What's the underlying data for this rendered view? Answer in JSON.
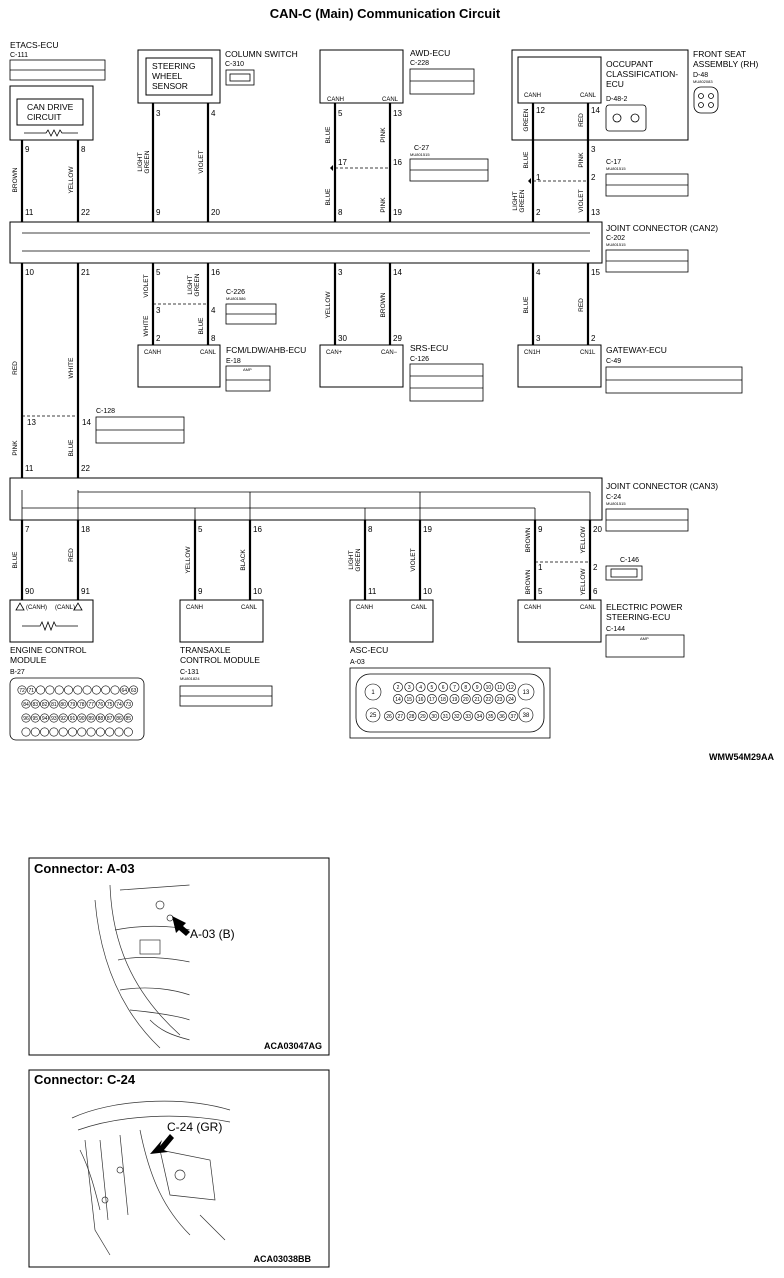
{
  "title": "CAN-C (Main) Communication Circuit",
  "diagram_code": "WMW54M29AA",
  "components": {
    "etacs": {
      "name": "ETACS-ECU",
      "connector": "C-111"
    },
    "can_drive": {
      "name_line1": "CAN DRIVE",
      "name_line2": "CIRCUIT"
    },
    "steering": {
      "line1": "STEERING",
      "line2": "WHEEL",
      "line3": "SENSOR"
    },
    "column_switch": {
      "name": "COLUMN SWITCH",
      "connector": "C-310"
    },
    "awd": {
      "name": "AWD-ECU",
      "connector": "C-228",
      "canh": "CANH",
      "canl": "CANL"
    },
    "occupant": {
      "line1": "OCCUPANT",
      "line2": "CLASSIFICATION-",
      "line3": "ECU",
      "connector": "D-48-2",
      "canh": "CANH",
      "canl": "CANL"
    },
    "front_seat": {
      "line1": "FRONT SEAT",
      "line2": "ASSEMBLY (RH)",
      "connector": "D-48",
      "part": "MU802083"
    },
    "c27": {
      "connector": "C-27",
      "part": "MU801515"
    },
    "c17": {
      "connector": "C-17",
      "part": "MU801515"
    },
    "jc2": {
      "name": "JOINT CONNECTOR (CAN2)",
      "connector": "C-202",
      "part": "MU801515"
    },
    "c226": {
      "connector": "C-226",
      "part": "MU801586"
    },
    "fcm": {
      "name": "FCM/LDW/AHB-ECU",
      "connector": "E-18",
      "canh": "CANH",
      "canl": "CANL",
      "amp": "AMP"
    },
    "srs": {
      "name": "SRS-ECU",
      "connector": "C-126",
      "canp": "CAN+",
      "canm": "CAN−"
    },
    "gateway": {
      "name": "GATEWAY-ECU",
      "connector": "C-49",
      "cn1h": "CN1H",
      "cn1l": "CN1L"
    },
    "c128": {
      "connector": "C-128"
    },
    "jc3": {
      "name": "JOINT CONNECTOR (CAN3)",
      "connector": "C-24",
      "part": "MU801515"
    },
    "c146": {
      "connector": "C-146"
    },
    "ecm": {
      "line1": "ENGINE CONTROL",
      "line2": "MODULE",
      "connector": "B-27",
      "canh": "(CANH)",
      "canl": "(CANL)"
    },
    "tcm": {
      "line1": "TRANSAXLE",
      "line2": "CONTROL MODULE",
      "connector": "C-131",
      "part": "MU801824",
      "canh": "CANH",
      "canl": "CANL"
    },
    "asc": {
      "name": "ASC-ECU",
      "connector": "A-03",
      "canh": "CANH",
      "canl": "CANL"
    },
    "eps": {
      "line1": "ELECTRIC POWER",
      "line2": "STEERING-ECU",
      "connector": "C-144",
      "canh": "CANH",
      "canl": "CANL",
      "amp": "AMP"
    }
  },
  "pins": {
    "etacs_h": "9",
    "etacs_l": "8",
    "steer_h": "3",
    "steer_l": "4",
    "awd_h": "5",
    "awd_l": "13",
    "c27_h": "17",
    "c27_l": "16",
    "occ_h": "12",
    "occ_l": "14",
    "c17_h": "1",
    "c17_l": "3",
    "c17_l2": "2",
    "jc2_top": [
      "11",
      "22",
      "9",
      "20",
      "8",
      "19",
      "2",
      "13"
    ],
    "jc2_bot": [
      "10",
      "21",
      "5",
      "16",
      "3",
      "14",
      "4",
      "15"
    ],
    "fcm_c226_h": "3",
    "fcm_c226_l": "4",
    "fcm_h": "2",
    "fcm_l": "8",
    "srs_h": "30",
    "srs_l": "29",
    "gw_h": "3",
    "gw_l": "2",
    "c128_h": "13",
    "c128_l": "14",
    "jc3_top": [
      "11",
      "22"
    ],
    "jc3_bot": [
      "7",
      "18",
      "5",
      "16",
      "8",
      "19",
      "9",
      "20"
    ],
    "ecm_h": "90",
    "ecm_l": "91",
    "tcm_h": "9",
    "tcm_l": "10",
    "asc_h": "11",
    "asc_l": "10",
    "c146_h": "1",
    "c146_l": "2",
    "eps_h": "5",
    "eps_l": "6"
  },
  "wires": {
    "etacs_h": "BROWN",
    "etacs_l": "YELLOW",
    "steer_h": "LIGHT GREEN",
    "steer_l": "VIOLET",
    "awd_h1": "BLUE",
    "awd_l1": "PINK",
    "awd_h2": "BLUE",
    "awd_l2": "PINK",
    "occ_h1": "GREEN",
    "occ_l1": "RED",
    "occ_h2": "BLUE",
    "occ_l2": "PINK",
    "occ_h3": "LIGHT GREEN",
    "occ_l3": "VIOLET",
    "fcm_h1": "VIOLET",
    "fcm_l1": "LIGHT GREEN",
    "fcm_h2": "WHITE",
    "fcm_l2": "BLUE",
    "srs_h": "YELLOW",
    "srs_l": "BROWN",
    "gw_h": "BLUE",
    "gw_l": "RED",
    "trunk_h1": "RED",
    "trunk_l1": "WHITE",
    "trunk_h2": "PINK",
    "trunk_l2": "BLUE",
    "ecm_h": "BLUE",
    "ecm_l": "RED",
    "tcm_h": "YELLOW",
    "tcm_l": "BLACK",
    "asc_h": "LIGHT GREEN",
    "asc_l": "VIOLET",
    "eps_h1": "BROWN",
    "eps_l1": "YELLOW",
    "eps_h2": "BROWN",
    "eps_l2": "YELLOW"
  },
  "asc_connector_pins": {
    "left_big": "1",
    "right_big": "13",
    "bottom_left": "25",
    "bottom_right": "38",
    "row1": [
      "2",
      "3",
      "4",
      "5",
      "6",
      "7",
      "8",
      "9",
      "10",
      "11",
      "12"
    ],
    "row2": [
      "14",
      "15",
      "16",
      "17",
      "18",
      "19",
      "20",
      "21",
      "22",
      "23",
      "24"
    ],
    "row3": [
      "26",
      "27",
      "28",
      "29",
      "30",
      "31",
      "32",
      "33",
      "34",
      "35",
      "36",
      "37"
    ]
  },
  "ecm_connector_pins": {
    "row1": [
      "72",
      "71",
      "",
      "",
      "",
      "",
      "",
      "",
      "",
      "",
      "",
      "64",
      "63"
    ],
    "row2": [
      "84",
      "83",
      "82",
      "81",
      "80",
      "79",
      "78",
      "77",
      "76",
      "75",
      "74",
      "73"
    ],
    "row3": [
      "96",
      "95",
      "94",
      "93",
      "92",
      "91",
      "90",
      "89",
      "88",
      "87",
      "86",
      "85"
    ],
    "row4": [
      "",
      "",
      "",
      "",
      "",
      "",
      "",
      "",
      "",
      "",
      "",
      ""
    ]
  },
  "locators": [
    {
      "title": "Connector: A-03",
      "label": "A-03 (B)",
      "code": "ACA03047AG"
    },
    {
      "title": "Connector: C-24",
      "label": "C-24 (GR)",
      "code": "ACA03038BB"
    }
  ]
}
